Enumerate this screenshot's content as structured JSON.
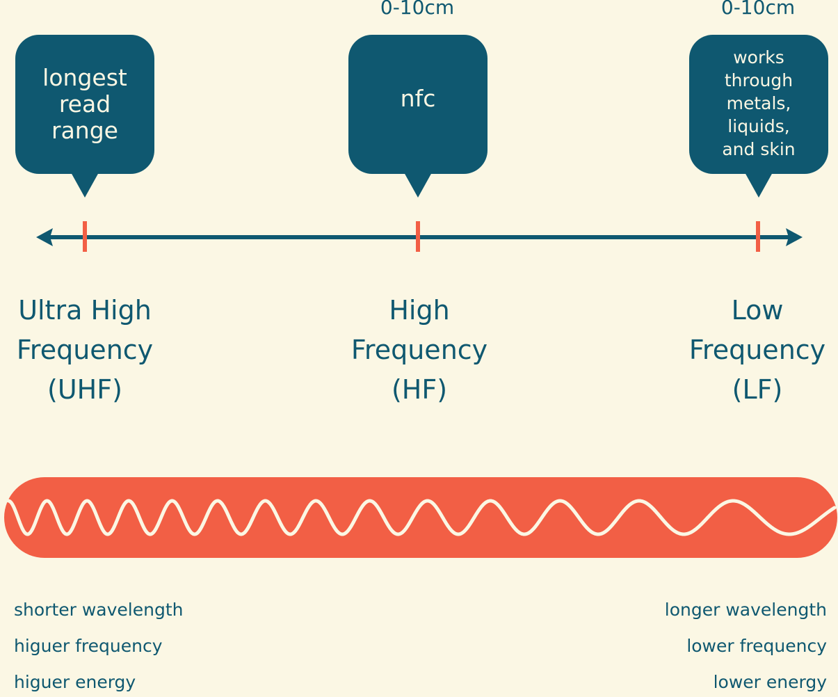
{
  "colors": {
    "background": "#fbf7e4",
    "primary": "#0f5870",
    "accent": "#f25f45",
    "wave": "#fbf7e4"
  },
  "range_labels": {
    "hf": "0-10cm",
    "lf": "0-10cm"
  },
  "bubbles": {
    "uhf": "longest\nread\nrange",
    "hf": "nfc",
    "lf": "works\nthrough\nmetals,\nliquids,\nand skin"
  },
  "bands": {
    "uhf": "Ultra High\nFrequency\n(UHF)",
    "hf": "High\nFrequency\n(HF)",
    "lf": "Low\nFrequency\n(LF)"
  },
  "notes": {
    "left": [
      "shorter wavelength",
      "higuer frequency",
      "higuer energy"
    ],
    "right": [
      "longer wavelength",
      "lower frequency",
      "lower energy"
    ]
  }
}
